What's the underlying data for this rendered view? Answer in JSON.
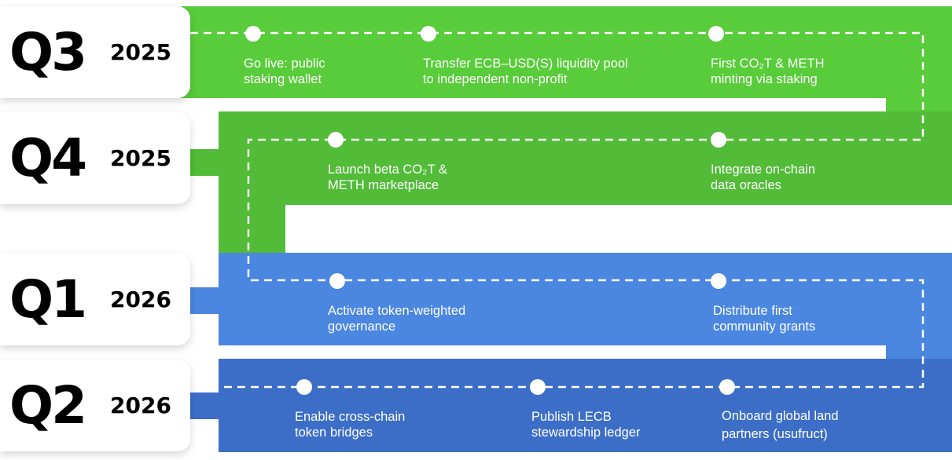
{
  "colors": {
    "green_light": "#58cc3a",
    "green_dark": "#52bb37",
    "blue_light": "#4b86e0",
    "blue_dark": "#3c6ec8",
    "path": "#ffffff"
  },
  "rows": [
    {
      "quarter": "Q3",
      "year": "2025",
      "milestones": [
        {
          "line1": "Go live: public",
          "line2": "staking wallet"
        },
        {
          "line1": "Transfer ECB–USD(S) liquidity pool",
          "line2": "to independent non-profit"
        },
        {
          "line1": "First CO₂T & METH",
          "line2": "minting via staking"
        }
      ]
    },
    {
      "quarter": "Q4",
      "year": "2025",
      "milestones": [
        {
          "line1": "Launch beta CO₂T &",
          "line2": "METH marketplace"
        },
        {
          "line1": "Integrate on-chain",
          "line2": "data oracles"
        }
      ]
    },
    {
      "quarter": "Q1",
      "year": "2026",
      "milestones": [
        {
          "line1": "Activate token-weighted",
          "line2": "governance"
        },
        {
          "line1": "Distribute first",
          "line2": "community grants"
        }
      ]
    },
    {
      "quarter": "Q2",
      "year": "2026",
      "milestones": [
        {
          "line1": "Enable cross-chain",
          "line2": "token bridges"
        },
        {
          "line1": "Publish LECB",
          "line2": "stewardship ledger"
        },
        {
          "line1": "Onboard global land",
          "line2": "partners (usufruct)"
        }
      ]
    }
  ]
}
